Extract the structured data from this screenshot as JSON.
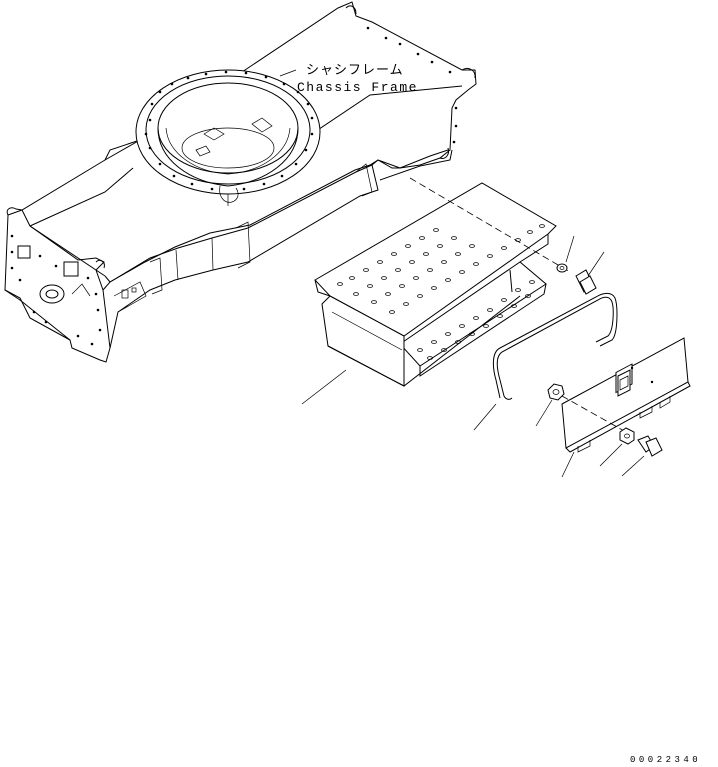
{
  "diagram": {
    "part_name_japanese": "シャシフレーム",
    "part_name_english": "Chassis Frame",
    "document_id": "00022340"
  }
}
